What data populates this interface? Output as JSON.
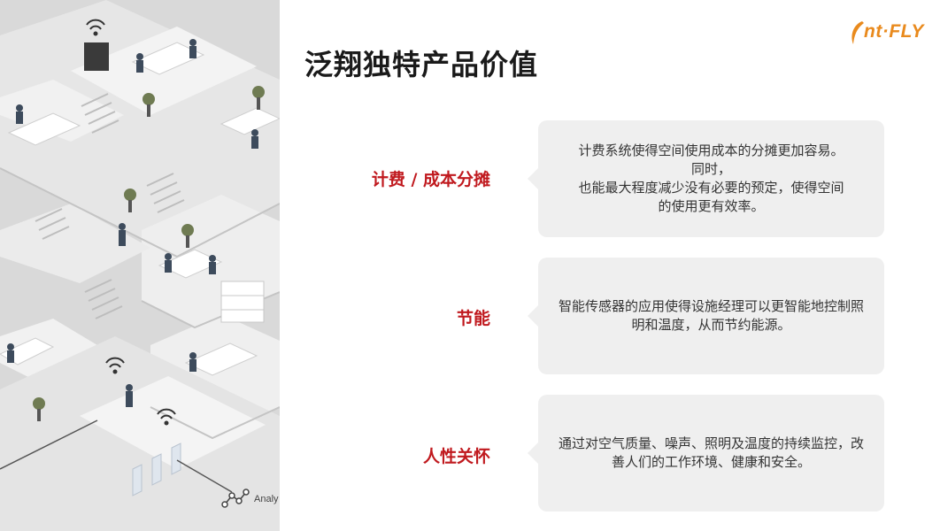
{
  "page": {
    "title": "泛翔独特产品价值"
  },
  "logo": {
    "text": "nt·FLY",
    "color": "#e98a1d"
  },
  "illustration": {
    "analytics_label": "Analy"
  },
  "values": [
    {
      "label": "计费 / 成本分摊",
      "description": "计费系统使得空间使用成本的分摊更加容易。\n同时，\n也能最大程度减少没有必要的预定，使得空间的使用更有效率。"
    },
    {
      "label": "节能",
      "description": "智能传感器的应用使得设施经理可以更智能地控制照明和温度，从而节约能源。"
    },
    {
      "label": "人性关怀",
      "description": "通过对空气质量、噪声、照明及温度的持续监控，改善人们的工作环境、健康和安全。"
    }
  ],
  "colors": {
    "accent_red": "#c0191e",
    "card_bg": "#efefef",
    "illustration_bg": "#d9d9d9"
  }
}
